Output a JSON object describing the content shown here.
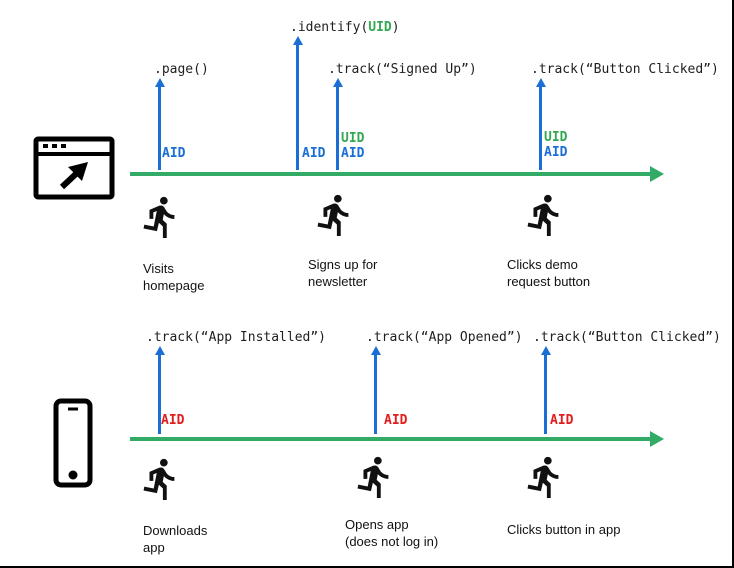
{
  "colors": {
    "timeline_arrow": "#31ab66",
    "event_arrow": "#1b6ed3",
    "aid_web": "#1b6ed3",
    "uid_green": "#34a853",
    "aid_mobile": "#e11d1d",
    "code_text": "#1f1f1f"
  },
  "web_lane": {
    "device": "browser",
    "events": [
      {
        "code_pre": ".page()",
        "code_uid": "",
        "code_post": "",
        "uid": "",
        "aid": "AID"
      },
      {
        "code_pre": ".identify(",
        "code_uid": "UID",
        "code_post": ")",
        "uid": "",
        "aid": "AID"
      },
      {
        "code_pre": ".track(“Signed Up”)",
        "code_uid": "",
        "code_post": "",
        "uid": "UID",
        "aid": "AID"
      },
      {
        "code_pre": ".track(“Button Clicked”)",
        "code_uid": "",
        "code_post": "",
        "uid": "UID",
        "aid": "AID"
      }
    ],
    "captions": [
      {
        "line1": "Visits",
        "line2": "homepage"
      },
      {
        "line1": "Signs up for",
        "line2": "newsletter"
      },
      {
        "line1": "Clicks demo",
        "line2": "request button"
      }
    ]
  },
  "mobile_lane": {
    "device": "smartphone",
    "events": [
      {
        "code": ".track(“App Installed”)",
        "aid": "AID"
      },
      {
        "code": ".track(“App Opened”)",
        "aid": "AID"
      },
      {
        "code": ".track(“Button Clicked”)",
        "aid": "AID"
      }
    ],
    "captions": [
      {
        "line1": "Downloads",
        "line2": "app"
      },
      {
        "line1": "Opens app",
        "line2": "(does not log in)"
      },
      {
        "line1": "Clicks button in app",
        "line2": ""
      }
    ]
  }
}
